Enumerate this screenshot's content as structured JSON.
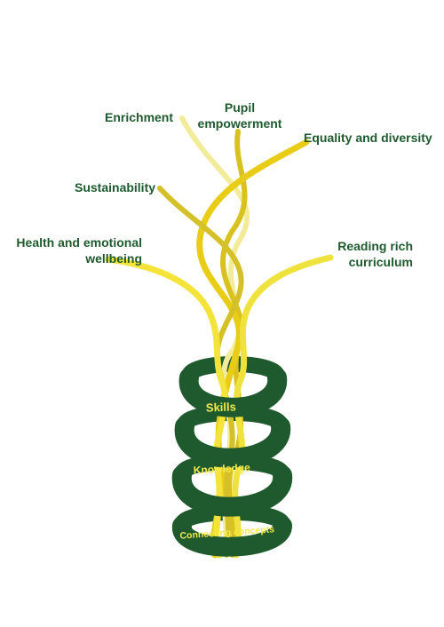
{
  "strands": [
    {
      "label": "Enrichment",
      "color": "#f2ec9a"
    },
    {
      "label": "Pupil empowerment",
      "line1": "Pupil",
      "line2": "empowerment",
      "color": "#d9c21f"
    },
    {
      "label": "Equality and diversity",
      "color": "#e8cc16"
    },
    {
      "label": "Sustainability",
      "color": "#d4c12a"
    },
    {
      "label": "Health and emotional wellbeing",
      "line1": "Health and emotional",
      "line2": "wellbeing",
      "color": "#f4e43a"
    },
    {
      "label": "Reading rich curriculum",
      "line1": "Reading rich",
      "line2": "curriculum",
      "color": "#f0e23c"
    }
  ],
  "spiral": {
    "color": "#1f5a2f",
    "labels": [
      "Skills",
      "Knowledge",
      "Connecting concepts"
    ],
    "label_color": "#f3e84a"
  }
}
